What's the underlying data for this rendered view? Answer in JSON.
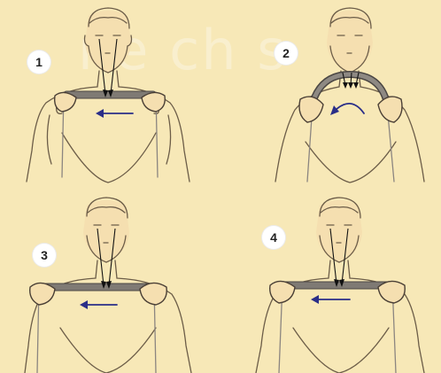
{
  "panels": [
    {
      "number": "1",
      "badge_color": "#ffffff"
    },
    {
      "number": "2",
      "badge_color": "#ffffff"
    },
    {
      "number": "3",
      "badge_color": "#ffffff"
    },
    {
      "number": "4",
      "badge_color": "#ffffff"
    }
  ],
  "watermark": "ne ch  s",
  "colors": {
    "background": "#f7e8b7",
    "line_art": "#6c5d48",
    "arrow": "#2a2e88",
    "bar": "#7f7a74",
    "gaze_arrows": "#111111"
  }
}
